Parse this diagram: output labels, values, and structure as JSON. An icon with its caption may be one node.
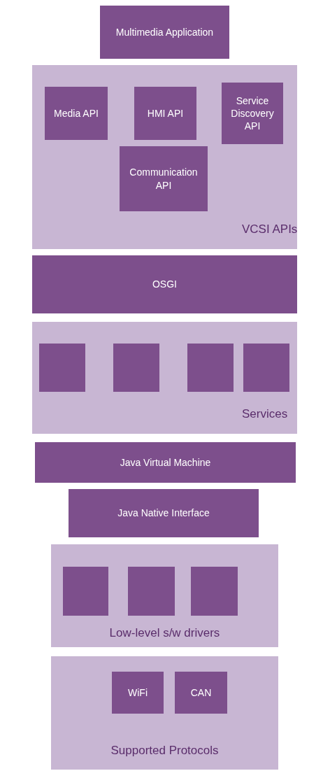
{
  "diagram": {
    "nodes": [
      {
        "text": [
          "Multimedia Application"
        ]
      },
      {
        "text": [
          "VCSI APIs"
        ]
      },
      {
        "text": [
          "Media API"
        ],
        "in": 1
      },
      {
        "text": [
          "HMI API"
        ],
        "in": 1
      },
      {
        "text": [
          "Service Discovery API"
        ],
        "in": 1
      },
      {
        "text": [
          "Communication API"
        ],
        "in": 1
      },
      {
        "text": [
          "OSGI"
        ]
      },
      {
        "text": [
          "Services"
        ]
      },
      {
        "text": [],
        "shape": "box",
        "in": 7
      },
      {
        "text": [],
        "shape": "box",
        "in": 7
      },
      {
        "text": [],
        "shape": "box",
        "in": 7
      },
      {
        "text": [],
        "shape": "box",
        "in": 7
      },
      {
        "text": [
          "Java Virtual Machine"
        ]
      },
      {
        "text": [
          "Java Native Interface"
        ]
      },
      {
        "text": [
          "Low-level s/w drivers"
        ]
      },
      {
        "text": [],
        "shape": "box",
        "in": 14
      },
      {
        "text": [],
        "shape": "box",
        "in": 14
      },
      {
        "text": [],
        "shape": "box",
        "in": 14
      },
      {
        "text": [
          "Supported Protocols"
        ]
      },
      {
        "text": [
          "WiFi"
        ],
        "in": 18
      },
      {
        "text": [
          "CAN"
        ],
        "in": 18
      }
    ]
  }
}
